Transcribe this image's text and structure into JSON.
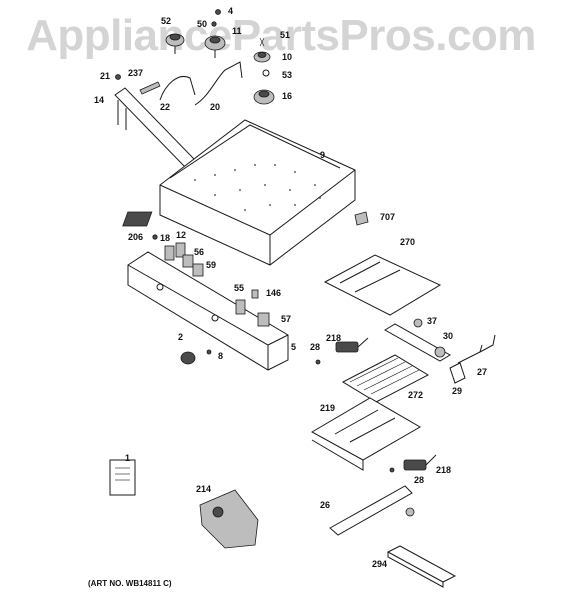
{
  "watermark": "AppliancePartsPros.com",
  "art_number": "(ART NO. WB14811 C)",
  "part_labels": [
    "4",
    "50",
    "52",
    "11",
    "51",
    "10",
    "53",
    "16",
    "21",
    "237",
    "22",
    "20",
    "14",
    "9",
    "707",
    "206",
    "18",
    "12",
    "56",
    "59",
    "270",
    "55",
    "146",
    "57",
    "5",
    "2",
    "8",
    "37",
    "30",
    "218",
    "28",
    "27",
    "29",
    "272",
    "219",
    "1",
    "218",
    "28",
    "214",
    "26",
    "294"
  ]
}
